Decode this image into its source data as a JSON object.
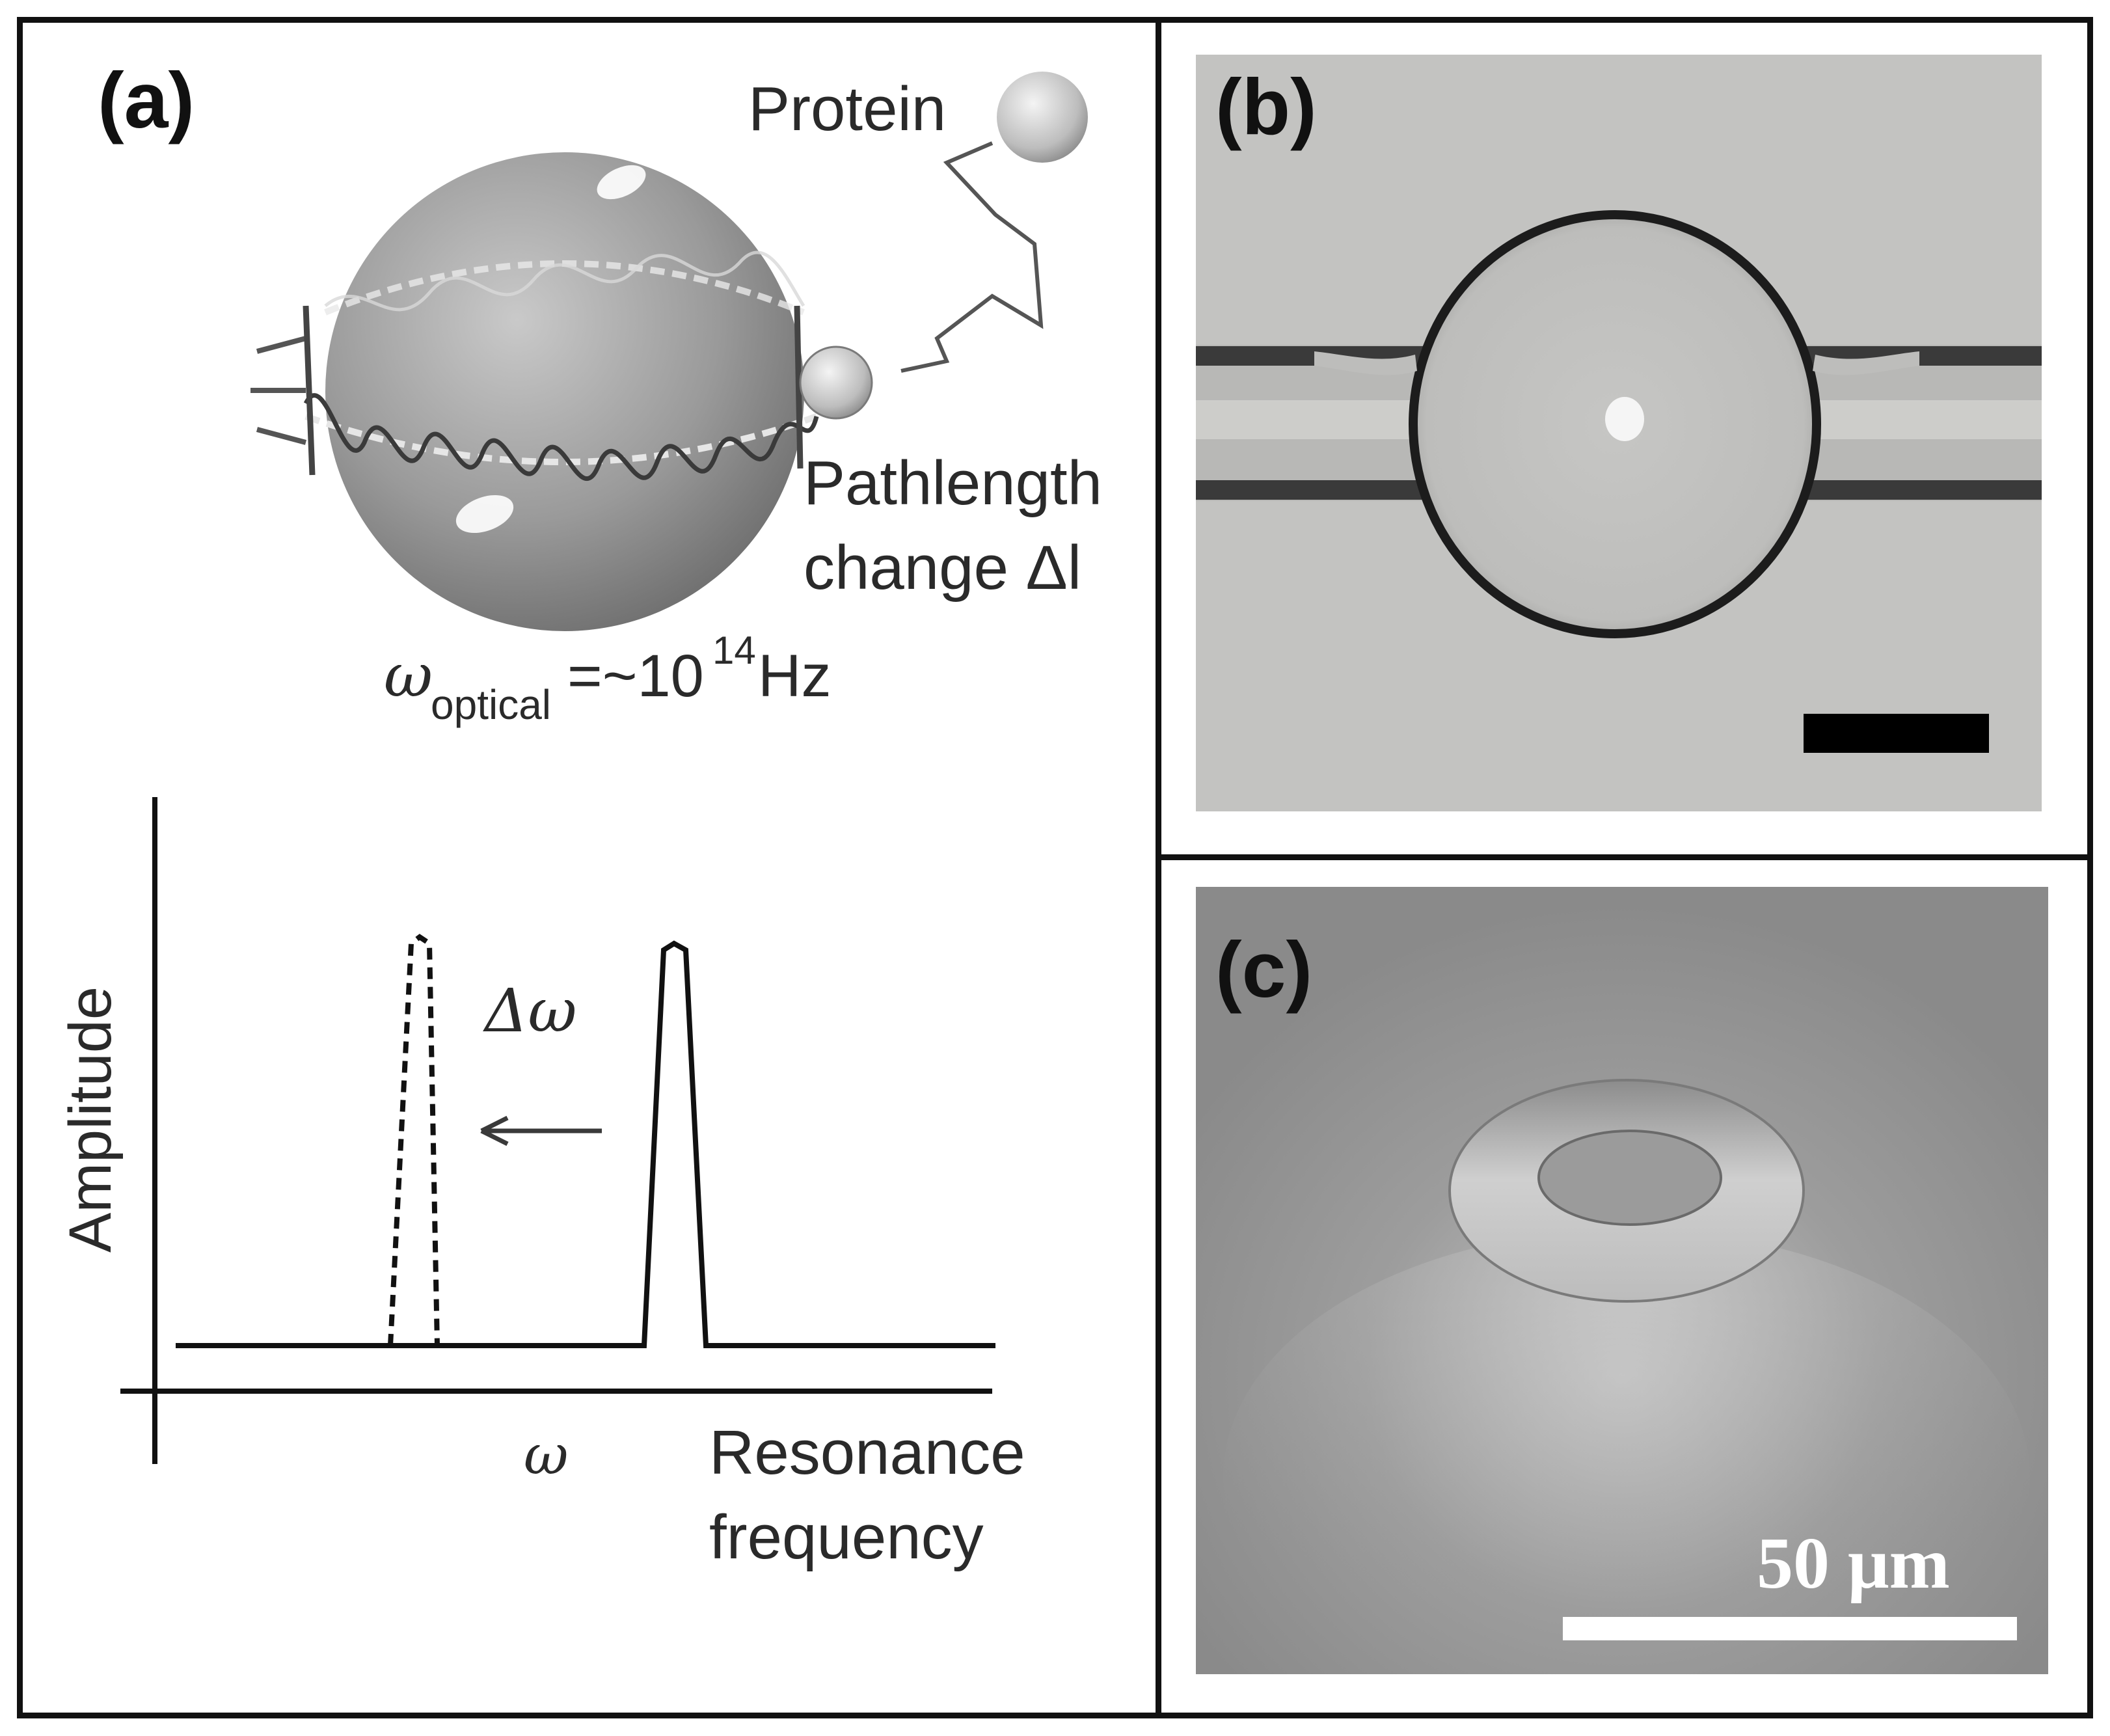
{
  "panels": {
    "a": {
      "label": "(a)",
      "protein_label": "Protein",
      "pathlength_line1": "Pathlength",
      "pathlength_line2": "change Δl",
      "omega_symbol": "ω",
      "omega_subscript": "optical",
      "omega_value": "=~10",
      "omega_exponent": "14",
      "omega_unit": "Hz",
      "y_axis_label": "Amplitude",
      "shift_label": "Δω",
      "x_symbol": "ω",
      "x_label_line1": "Resonance",
      "x_label_line2": "frequency"
    },
    "b": {
      "label": "(b)"
    },
    "c": {
      "label": "(c)",
      "scale_bar_text": "50 μm"
    }
  },
  "colors": {
    "border": "#111111",
    "scale_bar_b": "#000000",
    "scale_bar_c": "#ffffff"
  }
}
